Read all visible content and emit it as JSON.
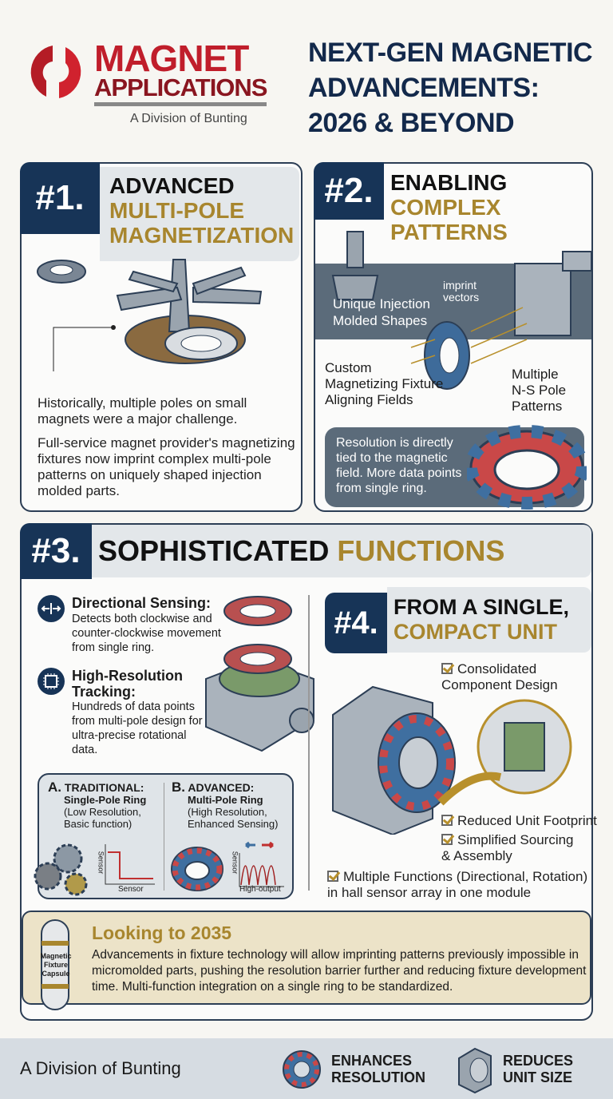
{
  "header": {
    "logo": {
      "line1": "MAGNET",
      "line2": "APPLICATIONS",
      "tagline": "A Division of Bunting"
    },
    "title_lines": [
      "NEXT-GEN MAGNETIC",
      "ADVANCEMENTS:",
      "2026 & BEYOND"
    ]
  },
  "colors": {
    "navy": "#173457",
    "gold": "#a8862e",
    "red": "#c01e2b",
    "panel_gray": "#5b6b7a"
  },
  "section1": {
    "number": "#1.",
    "title_dark": "ADVANCED",
    "title_gold_lines": [
      "MULTI-POLE",
      "MAGNETIZATION"
    ],
    "paragraphs": [
      "Historically, multiple poles on small magnets were a major challenge.",
      "Full-service magnet provider's magnetizing fixtures now imprint complex multi-pole patterns on uniquely shaped injection molded parts."
    ]
  },
  "section2": {
    "number": "#2.",
    "title_dark": "ENABLING",
    "title_gold_lines": [
      "COMPLEX",
      "PATTERNS"
    ],
    "label_shapes": "Unique Injection Molded Shapes",
    "label_vectors": "imprint vectors",
    "label_fixture_lines": [
      "Custom",
      "Magnetizing Fixture",
      "Aligning Fields"
    ],
    "label_poles_lines": [
      "Multiple",
      "N-S Pole",
      "Patterns"
    ],
    "resolution_note": "Resolution is directly tied to the magnetic field. More data points from single ring."
  },
  "section3": {
    "number": "#3.",
    "title_dark": "SOPHISTICATED",
    "title_gold": "FUNCTIONS",
    "features": [
      {
        "icon": "directional-arrows-icon",
        "title": "Directional Sensing:",
        "text": "Detects both clockwise and counter-clockwise movement from single ring."
      },
      {
        "icon": "chip-icon",
        "title": "High-Resolution Tracking:",
        "text": "Hundreds of data points from multi-pole design for ultra-precise rotational data."
      }
    ],
    "compare": {
      "a": {
        "letter": "A.",
        "heading": "TRADITIONAL:",
        "sub": "Single-Pole Ring",
        "desc": "(Low Resolution, Basic function)",
        "axis_y": "Sensor",
        "axis_x": "Sensor"
      },
      "b": {
        "letter": "B.",
        "heading": "ADVANCED:",
        "sub": "Multi-Pole Ring",
        "desc": "(High Resolution, Enhanced Sensing)",
        "axis_y": "Sensor",
        "axis_x": "High-output"
      }
    }
  },
  "section4": {
    "number": "#4.",
    "title_dark": "FROM A SINGLE,",
    "title_gold": "COMPACT UNIT",
    "checks": [
      "Consolidated Component Design",
      "Reduced Unit Footprint",
      "Simplified Sourcing & Assembly",
      "Multiple Functions (Directional, Rotation) in hall sensor array in one module"
    ]
  },
  "outlook": {
    "capsule_label": "Magnetic Fixture Capsule",
    "title": "Looking to 2035",
    "text": "Advancements in fixture technology will allow imprinting patterns previously impossible in micromolded parts, pushing the resolution barrier further and reducing fixture development time. Multi-function integration on a single ring to be standardized."
  },
  "footer": {
    "tagline": "A Division of Bunting",
    "badges": [
      {
        "icon": "ring-magnet-icon",
        "label": "ENHANCES RESOLUTION"
      },
      {
        "icon": "compact-unit-icon",
        "label": "REDUCES UNIT SIZE"
      }
    ]
  }
}
